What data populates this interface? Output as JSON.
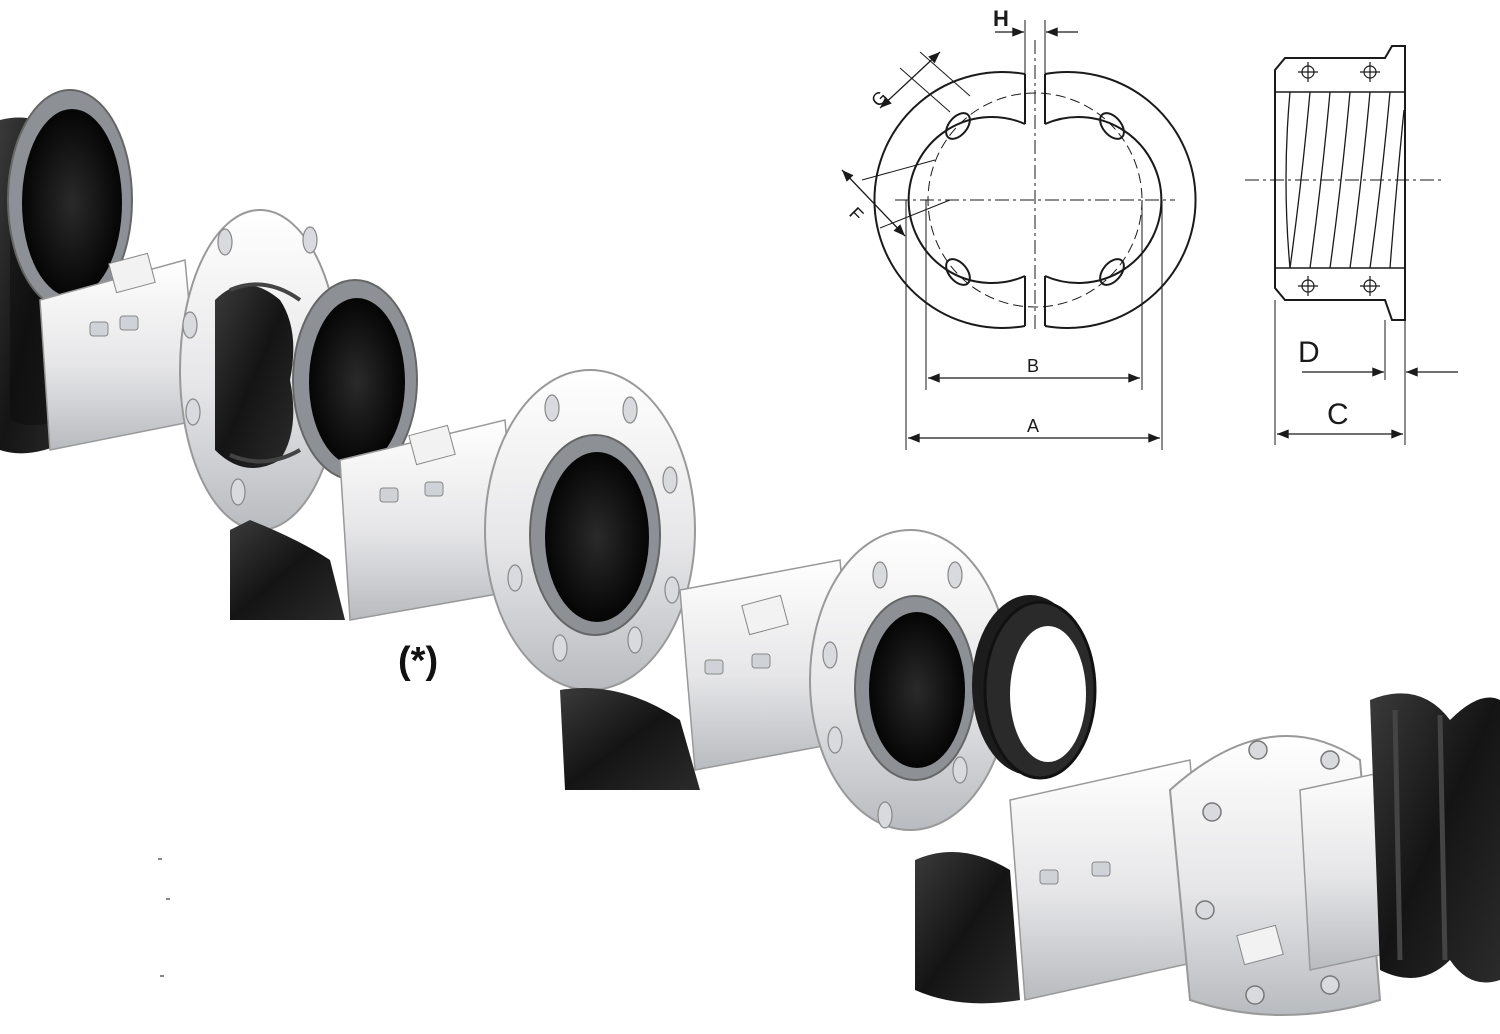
{
  "drawing": {
    "front_view_labels": {
      "a": "A",
      "b": "B",
      "f": "F",
      "g": "G",
      "h": "H"
    },
    "side_view_labels": {
      "c": "C",
      "d": "D"
    }
  },
  "photo": {
    "footnote_marker": "(*)",
    "product": "split flange couplings with rubber expansion bellows on pipeline"
  },
  "colors": {
    "ink": "#1a1a1a",
    "rubber": "#1c1c1c",
    "metal": "#e8e8ea",
    "flange_ring": "#8d9196"
  }
}
